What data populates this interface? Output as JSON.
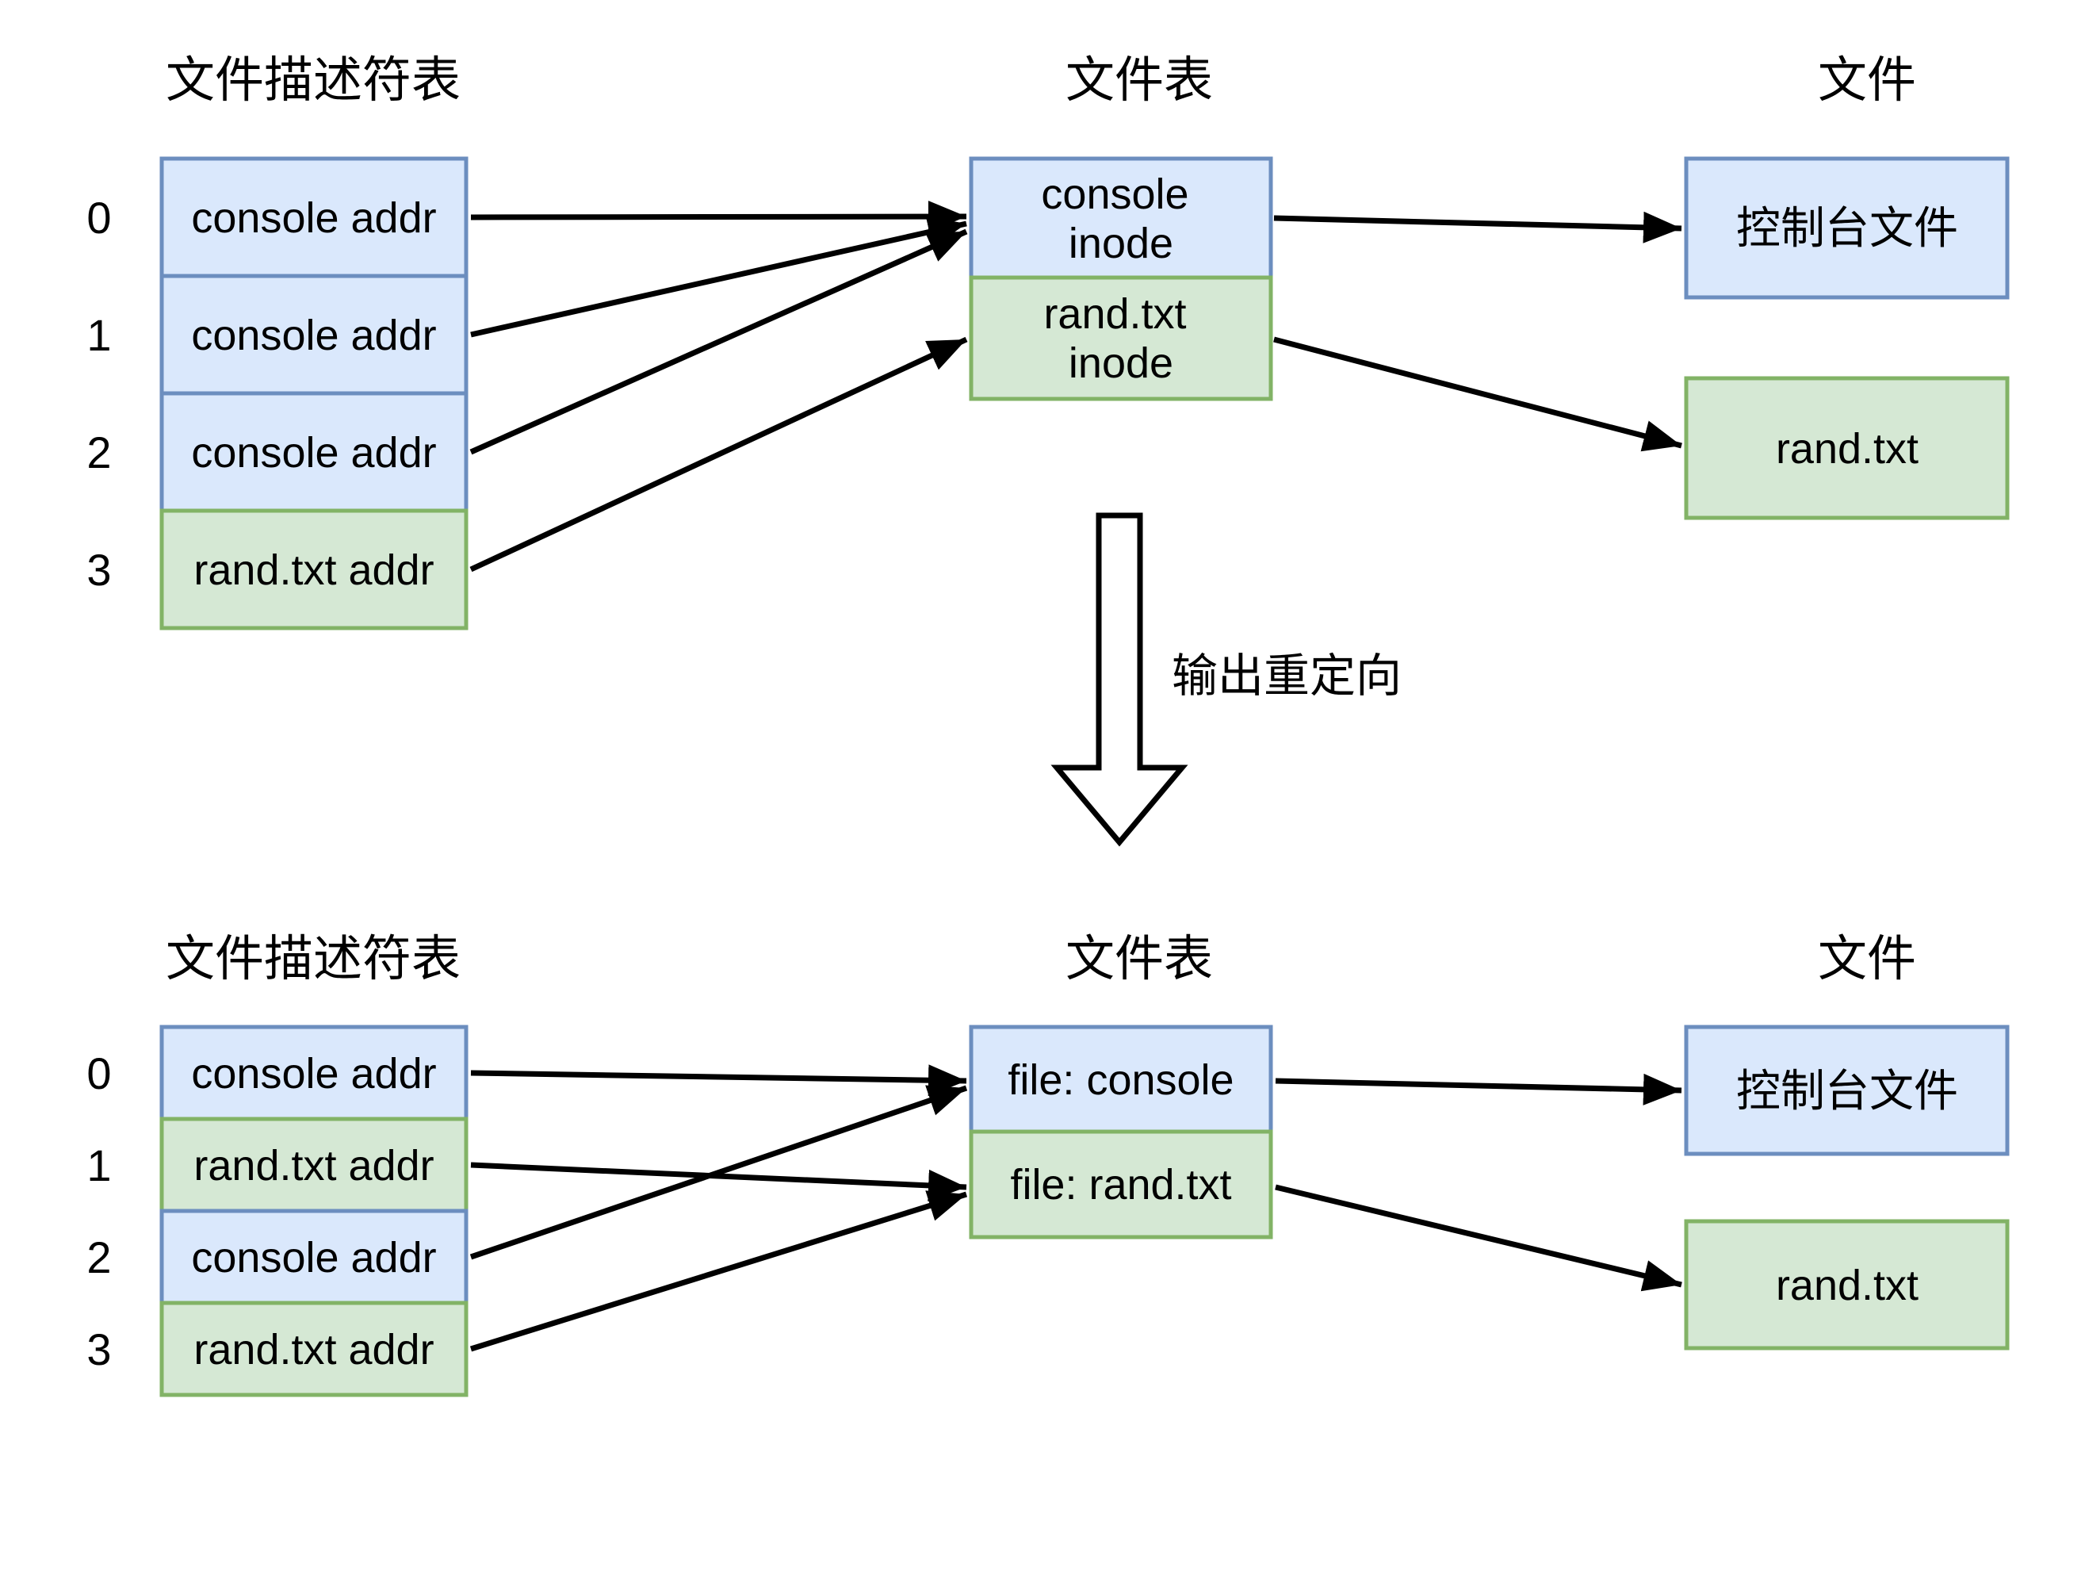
{
  "diagram": {
    "colors": {
      "blue_fill": "#dae8fc",
      "blue_stroke": "#6c8ebf",
      "green_fill": "#d5e8d4",
      "green_stroke": "#82b366",
      "arrow": "#000000",
      "background": "#ffffff"
    },
    "transition": {
      "label": "输出重定向"
    },
    "before": {
      "fd_table_title": "文件描述符表",
      "file_table_title": "文件表",
      "files_title": "文件",
      "fd_rows": [
        {
          "index": "0",
          "label": "console addr",
          "color": "blue"
        },
        {
          "index": "1",
          "label": "console addr",
          "color": "blue"
        },
        {
          "index": "2",
          "label": "console addr",
          "color": "blue"
        },
        {
          "index": "3",
          "label": "rand.txt addr",
          "color": "green"
        }
      ],
      "file_table_rows": [
        {
          "line1": "console",
          "line2": "inode",
          "color": "blue"
        },
        {
          "line1": "rand.txt",
          "line2": "inode",
          "color": "green"
        }
      ],
      "files": [
        {
          "label": "控制台文件",
          "color": "blue"
        },
        {
          "label": "rand.txt",
          "color": "green"
        }
      ],
      "edges": [
        {
          "from": "fd 0",
          "to": "console inode"
        },
        {
          "from": "fd 1",
          "to": "console inode"
        },
        {
          "from": "fd 2",
          "to": "console inode"
        },
        {
          "from": "fd 3",
          "to": "rand.txt inode"
        },
        {
          "from": "console inode",
          "to": "控制台文件"
        },
        {
          "from": "rand.txt inode",
          "to": "rand.txt"
        }
      ]
    },
    "after": {
      "fd_table_title": "文件描述符表",
      "file_table_title": "文件表",
      "files_title": "文件",
      "fd_rows": [
        {
          "index": "0",
          "label": "console addr",
          "color": "blue"
        },
        {
          "index": "1",
          "label": "rand.txt addr",
          "color": "green"
        },
        {
          "index": "2",
          "label": "console addr",
          "color": "blue"
        },
        {
          "index": "3",
          "label": "rand.txt addr",
          "color": "green"
        }
      ],
      "file_table_rows": [
        {
          "label": "file: console",
          "color": "blue"
        },
        {
          "label": "file: rand.txt",
          "color": "green"
        }
      ],
      "files": [
        {
          "label": "控制台文件",
          "color": "blue"
        },
        {
          "label": "rand.txt",
          "color": "green"
        }
      ],
      "edges": [
        {
          "from": "fd 0",
          "to": "file: console"
        },
        {
          "from": "fd 1",
          "to": "file: rand.txt"
        },
        {
          "from": "fd 2",
          "to": "file: console"
        },
        {
          "from": "fd 3",
          "to": "file: rand.txt"
        },
        {
          "from": "file: console",
          "to": "控制台文件"
        },
        {
          "from": "file: rand.txt",
          "to": "rand.txt"
        }
      ]
    }
  }
}
